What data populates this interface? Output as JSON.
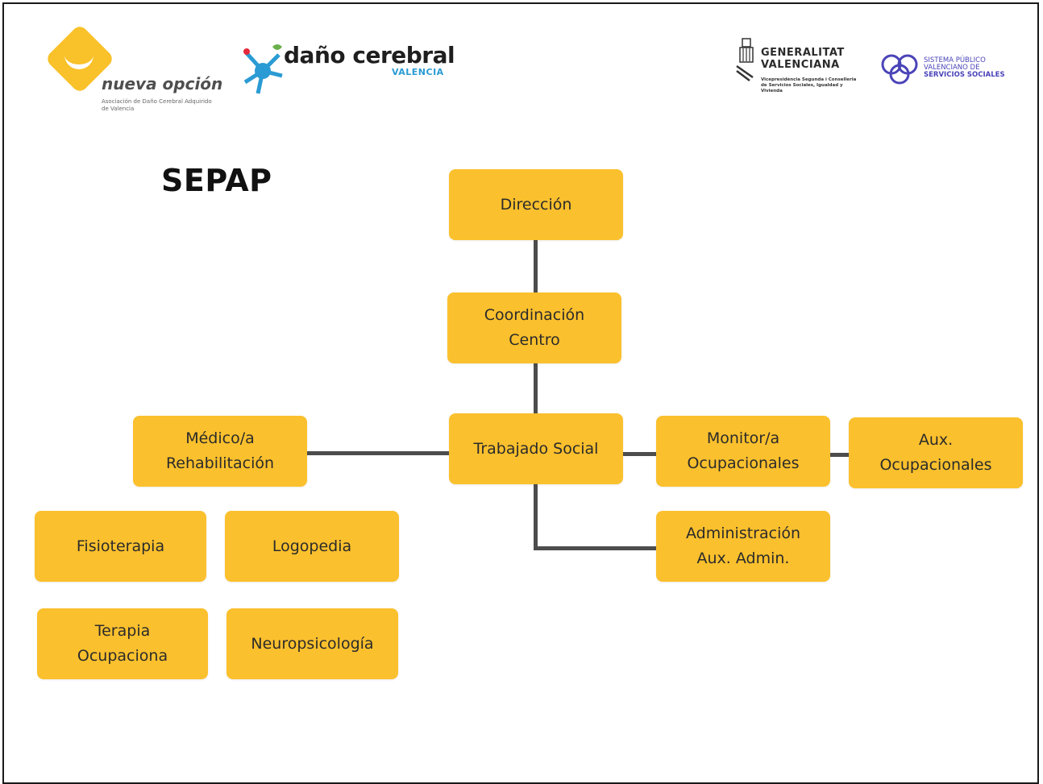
{
  "header": {
    "logo_nueva_opcion": {
      "name": "nueva opción",
      "subtitle": "Asociación de Daño Cerebral Adquirido de Valencia"
    },
    "logo_dano_cerebral": {
      "name": "daño cerebral",
      "subtitle": "VALENCIA"
    },
    "logo_generalitat": {
      "name_line1": "GENERALITAT",
      "name_line2": "VALENCIANA",
      "subtitle": "Vicepresidència Segunda i Conselleria de Servicios Sociales, Igualdad y Vivienda"
    },
    "logo_sistema_publico": {
      "line1": "SISTEMA PÚBLICO",
      "line2": "VALENCIANO DE",
      "line3": "SERVICIOS SOCIALES"
    }
  },
  "title": "SEPAP",
  "nodes": {
    "direccion": "Dirección",
    "coordinacion_line1": "Coordinación",
    "coordinacion_line2": "Centro",
    "trabajado_social": "Trabajado Social",
    "medico_line1": "Médico/a",
    "medico_line2": "Rehabilitación",
    "monitor_line1": "Monitor/a",
    "monitor_line2": "Ocupacionales",
    "aux_line1": "Aux.",
    "aux_line2": "Ocupacionales",
    "administracion_line1": "Administración",
    "administracion_line2": "Aux. Admin.",
    "fisioterapia": "Fisioterapia",
    "logopedia": "Logopedia",
    "terapia_line1": "Terapia",
    "terapia_line2": "Ocupaciona",
    "neuropsicologia": "Neuropsicología"
  },
  "colors": {
    "box": "#fbc02d",
    "line": "#4d4d4d",
    "brand_yellow": "#f9c12a",
    "brand_blue": "#2a9bd4",
    "brand_purple": "#4a44b8"
  }
}
